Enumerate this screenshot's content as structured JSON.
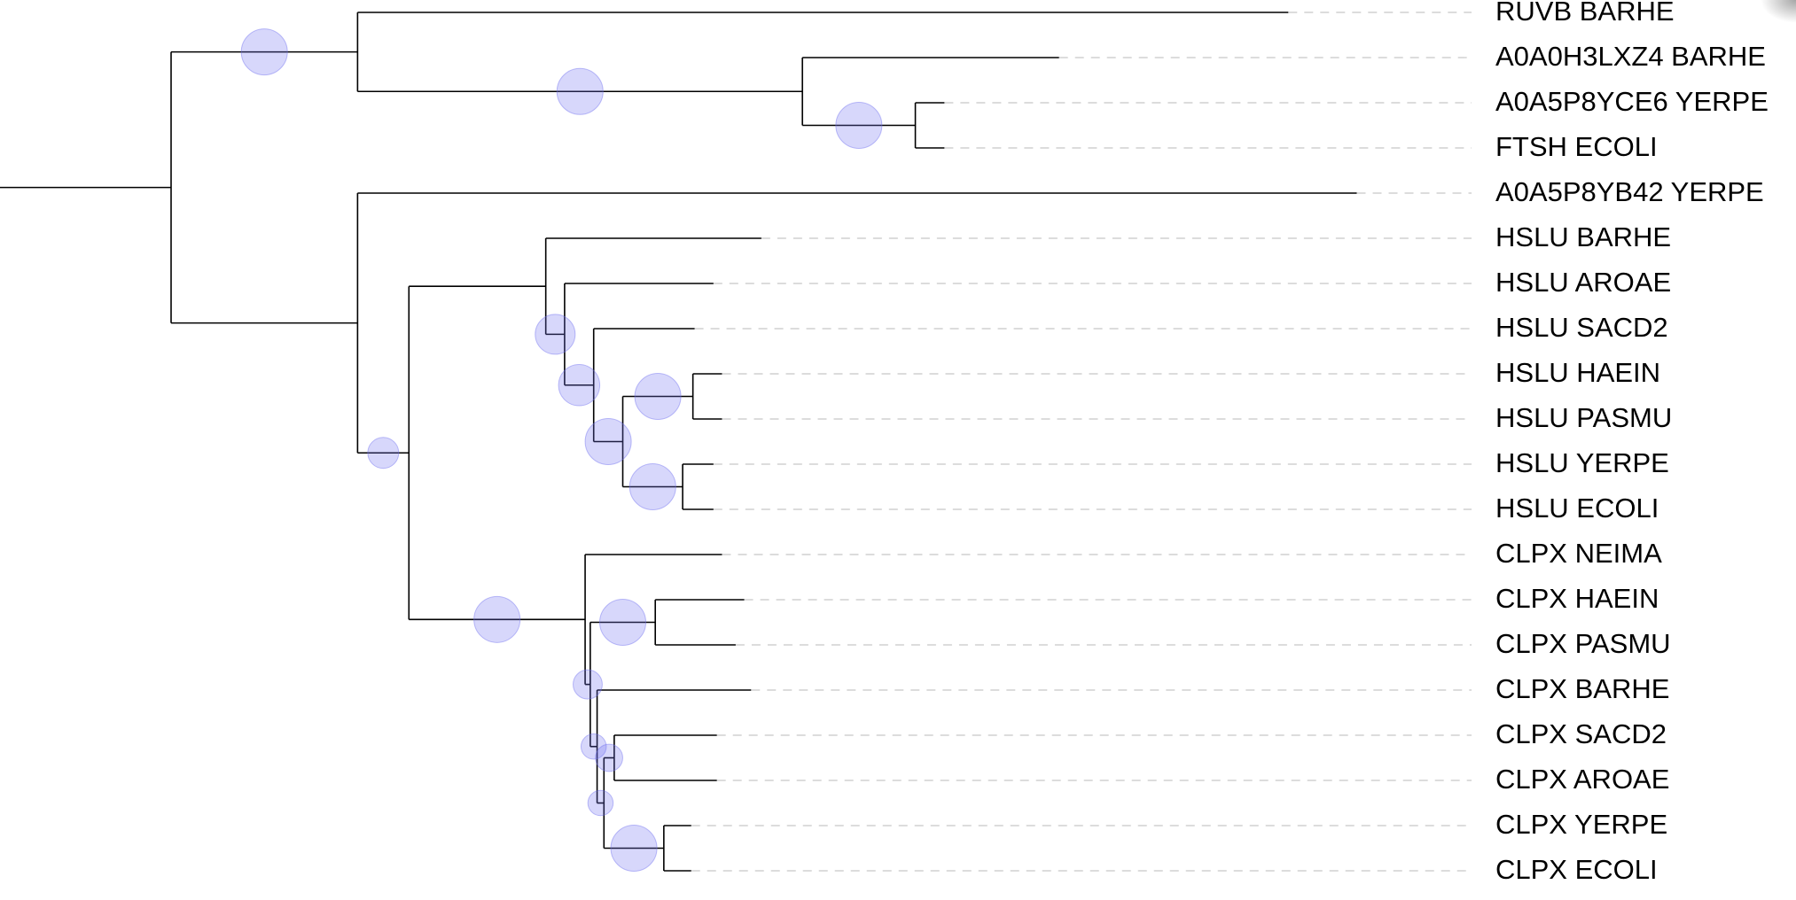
{
  "tree": {
    "name": "root",
    "branch": 1.0,
    "children": [
      {
        "name": "n-ruvb-ftsh",
        "branch": 1.09,
        "support": 1.0,
        "children": [
          {
            "name": "leaf-1",
            "branch": 5.44,
            "label": "RUVB BARHE"
          },
          {
            "name": "n-ftsh",
            "branch": 2.6,
            "support": 1.0,
            "children": [
              {
                "name": "leaf-2",
                "branch": 1.5,
                "label": "A0A0H3LXZ4 BARHE"
              },
              {
                "name": "n-ftsh-ent",
                "branch": 0.66,
                "support": 1.0,
                "children": [
                  {
                    "name": "leaf-3",
                    "branch": 0.17,
                    "label": "A0A5P8YCE6 YERPE"
                  },
                  {
                    "name": "leaf-4",
                    "branch": 0.17,
                    "label": "FTSH ECOLI"
                  }
                ]
              }
            ]
          }
        ]
      },
      {
        "name": "n-aaa",
        "branch": 1.09,
        "children": [
          {
            "name": "leaf-5",
            "branch": 5.84,
            "label": "A0A5P8YB42 YERPE"
          },
          {
            "name": "n-hslu-clpx",
            "branch": 0.3,
            "support": 0.45,
            "children": [
              {
                "name": "n-hslu",
                "branch": 0.8,
                "children": [
                  {
                    "name": "leaf-6",
                    "branch": 1.26,
                    "label": "HSLU BARHE"
                  },
                  {
                    "name": "n-hslu-2",
                    "branch": 0.11,
                    "support": 0.75,
                    "children": [
                      {
                        "name": "leaf-7",
                        "branch": 0.87,
                        "label": "HSLU AROAE"
                      },
                      {
                        "name": "n-hslu-3",
                        "branch": 0.17,
                        "support": 0.8,
                        "children": [
                          {
                            "name": "leaf-8",
                            "branch": 0.59,
                            "label": "HSLU SACD2"
                          },
                          {
                            "name": "n-hslu-4",
                            "branch": 0.17,
                            "support": 1.0,
                            "children": [
                              {
                                "name": "n-hslu-hp",
                                "branch": 0.41,
                                "support": 1.0,
                                "children": [
                                  {
                                    "name": "leaf-9",
                                    "branch": 0.17,
                                    "label": "HSLU HAEIN"
                                  },
                                  {
                                    "name": "leaf-10",
                                    "branch": 0.17,
                                    "label": "HSLU PASMU"
                                  }
                                ]
                              },
                              {
                                "name": "n-hslu-ye",
                                "branch": 0.35,
                                "support": 1.0,
                                "children": [
                                  {
                                    "name": "leaf-11",
                                    "branch": 0.18,
                                    "label": "HSLU YERPE"
                                  },
                                  {
                                    "name": "leaf-12",
                                    "branch": 0.18,
                                    "label": "HSLU ECOLI"
                                  }
                                ]
                              }
                            ]
                          }
                        ]
                      }
                    ]
                  }
                ]
              },
              {
                "name": "n-clpx",
                "branch": 1.03,
                "support": 1.0,
                "children": [
                  {
                    "name": "leaf-13",
                    "branch": 0.8,
                    "label": "CLPX NEIMA"
                  },
                  {
                    "name": "n-clpx-2",
                    "branch": 0.03,
                    "support": 0.4,
                    "children": [
                      {
                        "name": "n-clpx-hp",
                        "branch": 0.38,
                        "support": 1.0,
                        "children": [
                          {
                            "name": "leaf-14",
                            "branch": 0.52,
                            "label": "CLPX HAEIN"
                          },
                          {
                            "name": "leaf-15",
                            "branch": 0.47,
                            "label": "CLPX PASMU"
                          }
                        ]
                      },
                      {
                        "name": "n-clpx-3",
                        "branch": 0.04,
                        "support": 0.3,
                        "children": [
                          {
                            "name": "leaf-16",
                            "branch": 0.9,
                            "label": "CLPX BARHE"
                          },
                          {
                            "name": "n-clpx-4",
                            "branch": 0.04,
                            "support": 0.3,
                            "children": [
                              {
                                "name": "n-clpx-sa",
                                "branch": 0.06,
                                "support": 0.35,
                                "children": [
                                  {
                                    "name": "leaf-17",
                                    "branch": 0.6,
                                    "label": "CLPX SACD2"
                                  },
                                  {
                                    "name": "leaf-18",
                                    "branch": 0.6,
                                    "label": "CLPX AROAE"
                                  }
                                ]
                              },
                              {
                                "name": "n-clpx-ye",
                                "branch": 0.35,
                                "support": 1.0,
                                "children": [
                                  {
                                    "name": "leaf-19",
                                    "branch": 0.16,
                                    "label": "CLPX YERPE"
                                  },
                                  {
                                    "name": "leaf-20",
                                    "branch": 0.16,
                                    "label": "CLPX ECOLI"
                                  }
                                ]
                              }
                            ]
                          }
                        ]
                      }
                    ]
                  }
                ]
              }
            ]
          }
        ]
      }
    ]
  },
  "colors": {
    "branch": "#000000",
    "guide": "#c8c8c8",
    "support_marker": "#6e6ef0",
    "label": "#000000"
  }
}
